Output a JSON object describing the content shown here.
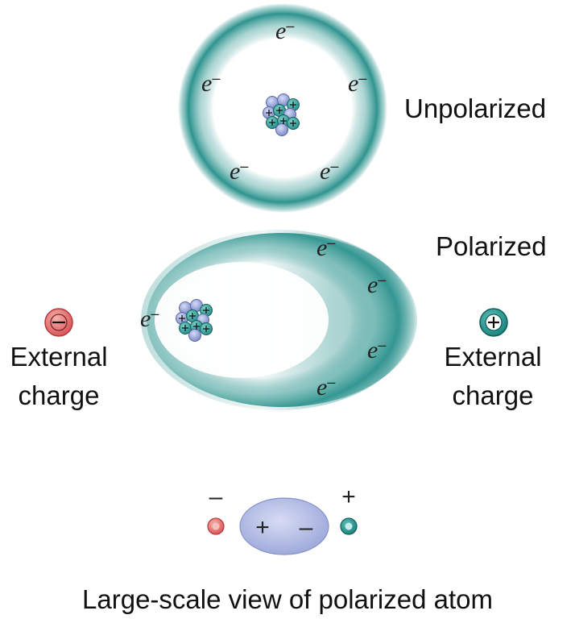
{
  "labels": {
    "unpolarized": "Unpolarized",
    "polarized": "Polarized",
    "external_charge_left_line1": "External",
    "external_charge_left_line2": "charge",
    "external_charge_right_line1": "External",
    "external_charge_right_line2": "charge",
    "caption": "Large-scale view of polarized atom"
  },
  "symbols": {
    "electron": "e",
    "electron_sign": "–",
    "plus": "+",
    "minus": "–"
  },
  "colors": {
    "cloud": "#2e938e",
    "proton": "#2c9a95",
    "neutron": "#8a98cf",
    "negative_charge": "#e06a6a",
    "positive_charge": "#1f8b86",
    "dipole": "#b7c0e6"
  }
}
